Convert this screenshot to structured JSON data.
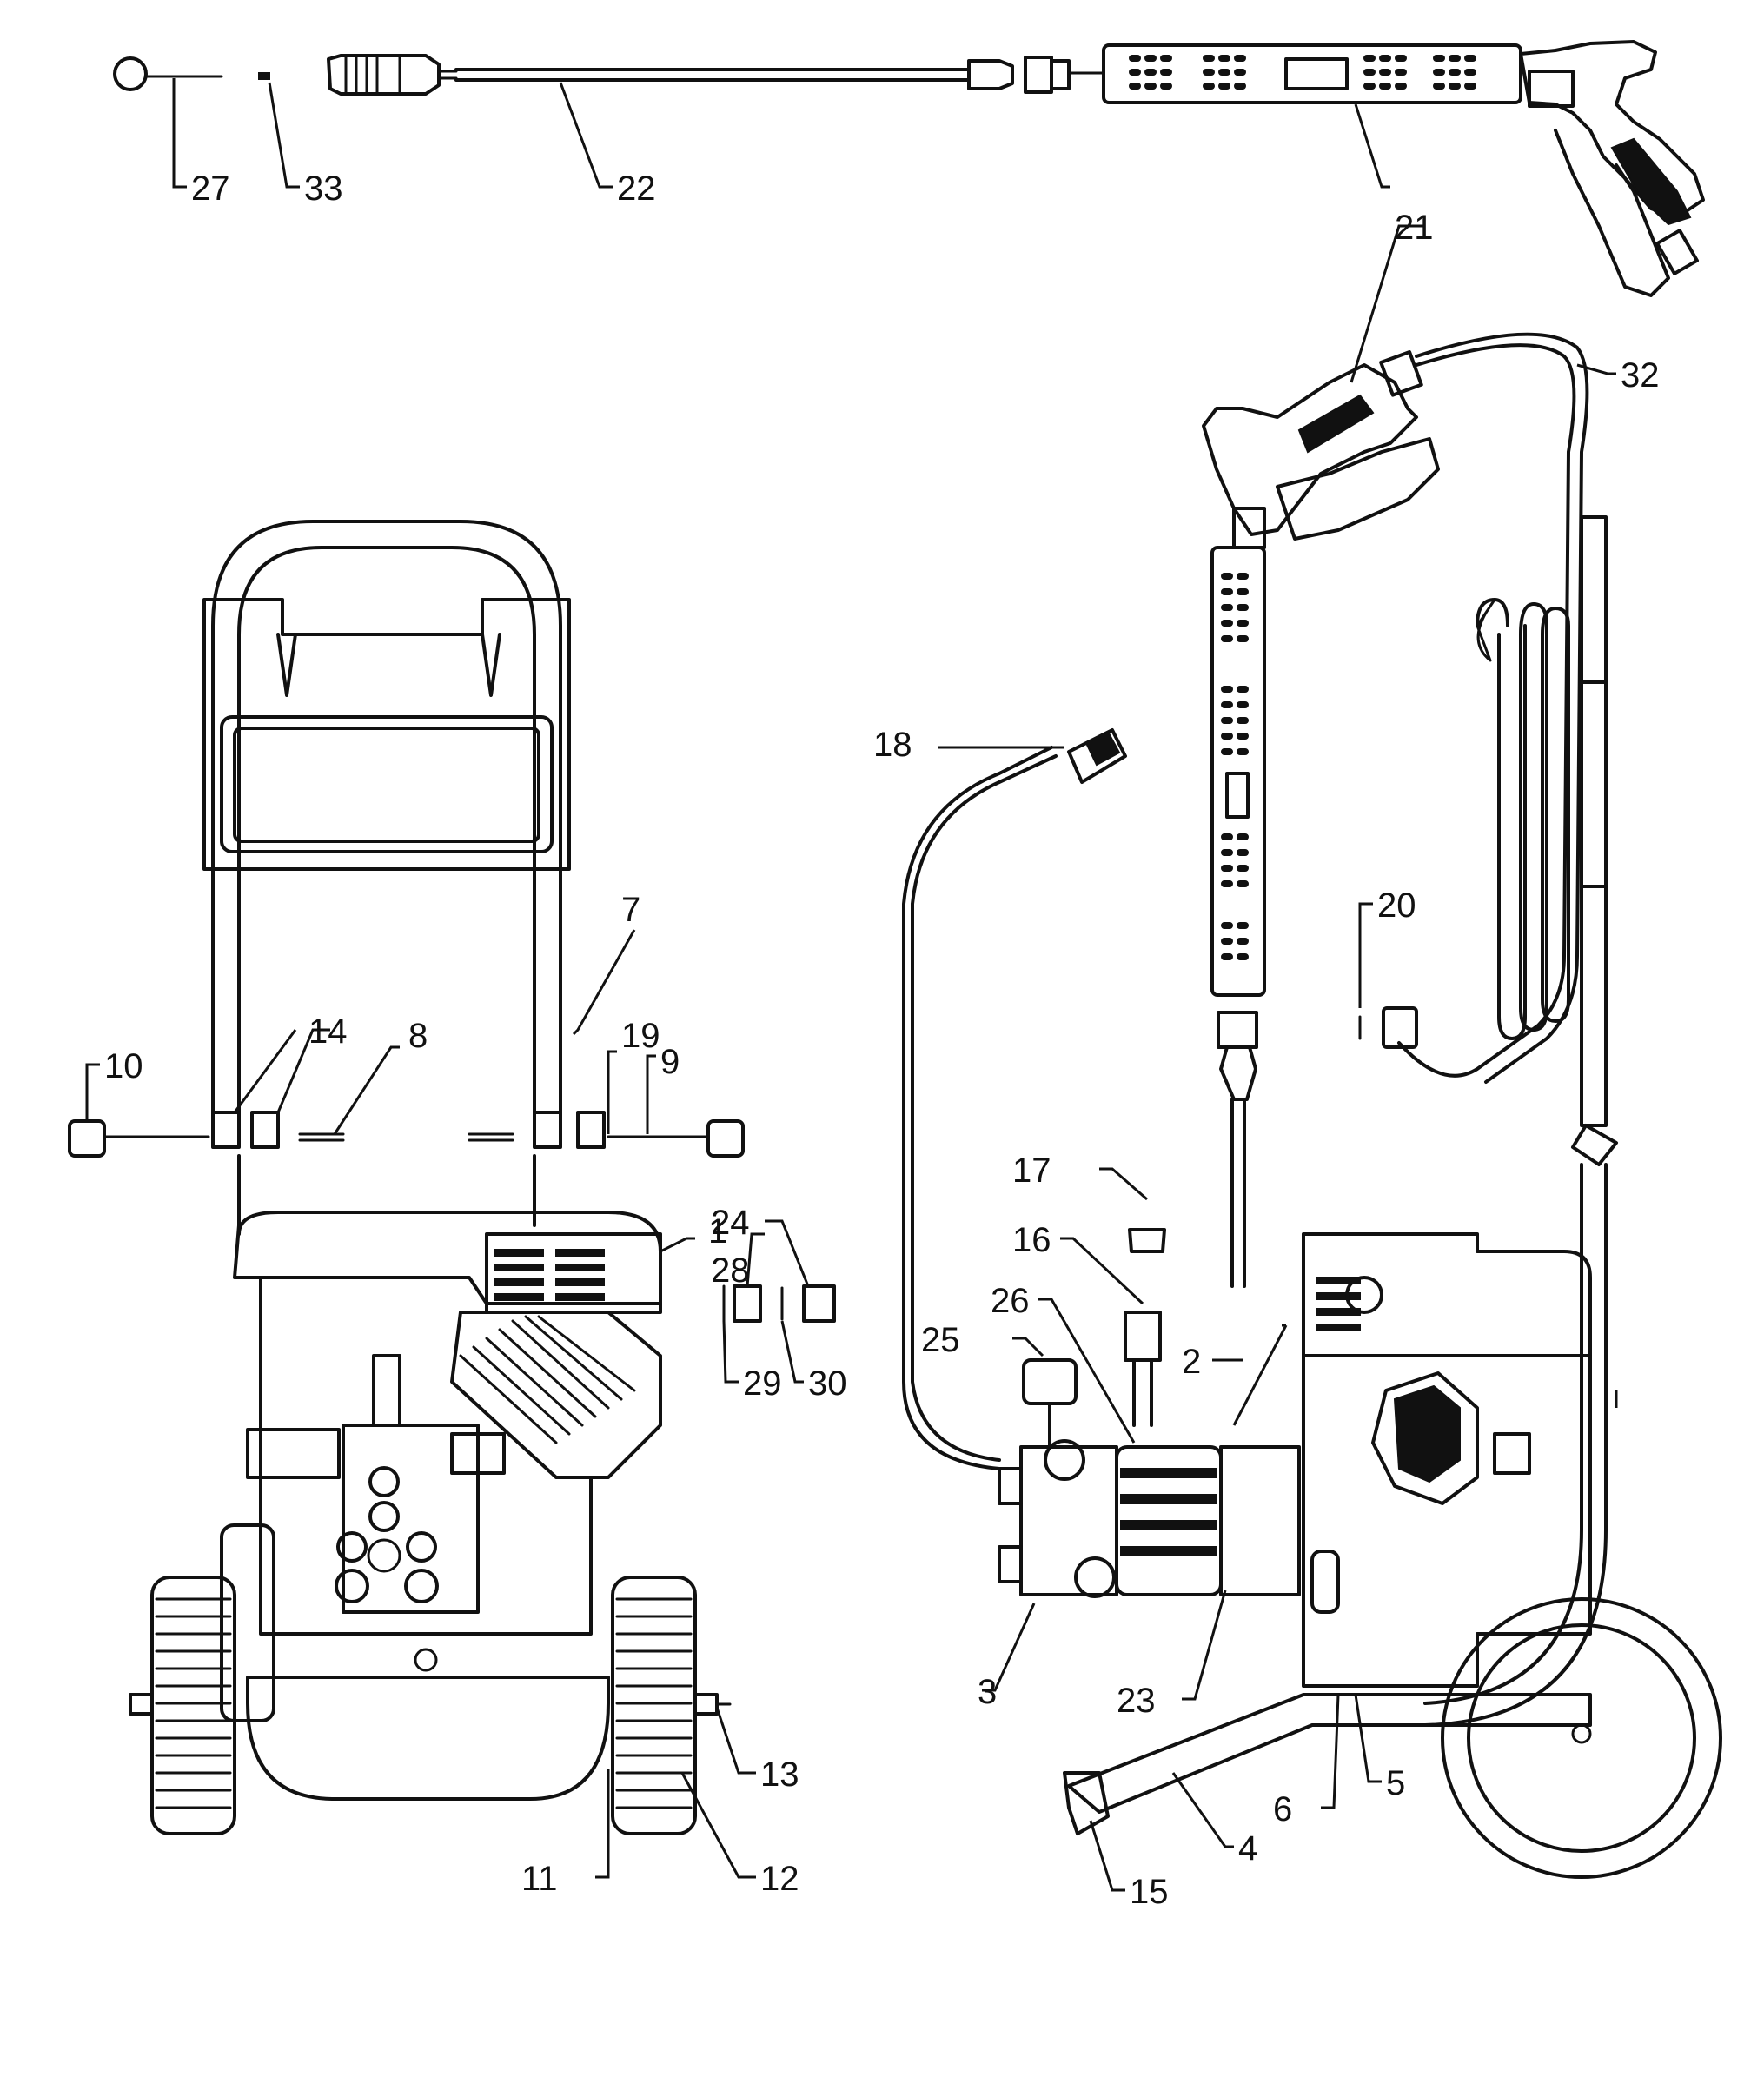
{
  "diagram": {
    "type": "exploded-parts-diagram",
    "part_callouts": [
      "1",
      "2",
      "3",
      "4",
      "5",
      "6",
      "7",
      "8",
      "9",
      "10",
      "11",
      "12",
      "13",
      "14",
      "15",
      "16",
      "17",
      "18",
      "19",
      "20",
      "21",
      "22",
      "23",
      "24",
      "25",
      "26",
      "27",
      "28",
      "29",
      "30",
      "32",
      "33"
    ],
    "assemblies": [
      "spray-wand-detached",
      "pressure-washer-front",
      "pressure-washer-side"
    ]
  }
}
